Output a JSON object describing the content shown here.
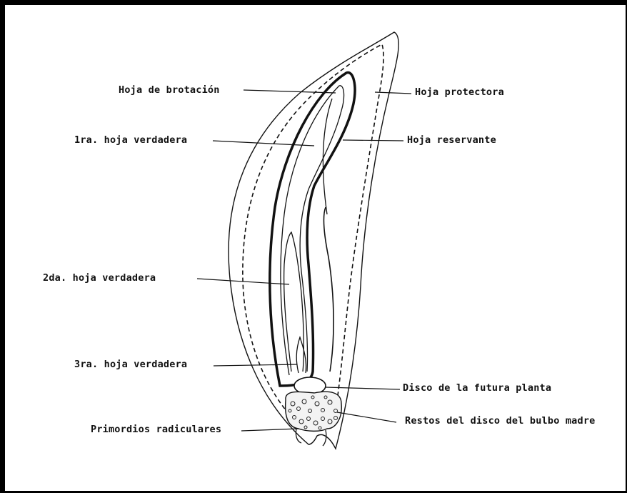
{
  "labels": {
    "hoja_brotacion": "Hoja de brotación",
    "hoja_protectora": "Hoja protectora",
    "primera_hoja": "1ra. hoja verdadera",
    "hoja_reservante": "Hoja reservante",
    "segunda_hoja": "2da. hoja verdadera",
    "tercera_hoja": "3ra. hoja verdadera",
    "disco_futura_planta": "Disco de la futura planta",
    "primordios": "Primordios radiculares",
    "restos_disco": "Restos del disco del bulbo madre"
  }
}
